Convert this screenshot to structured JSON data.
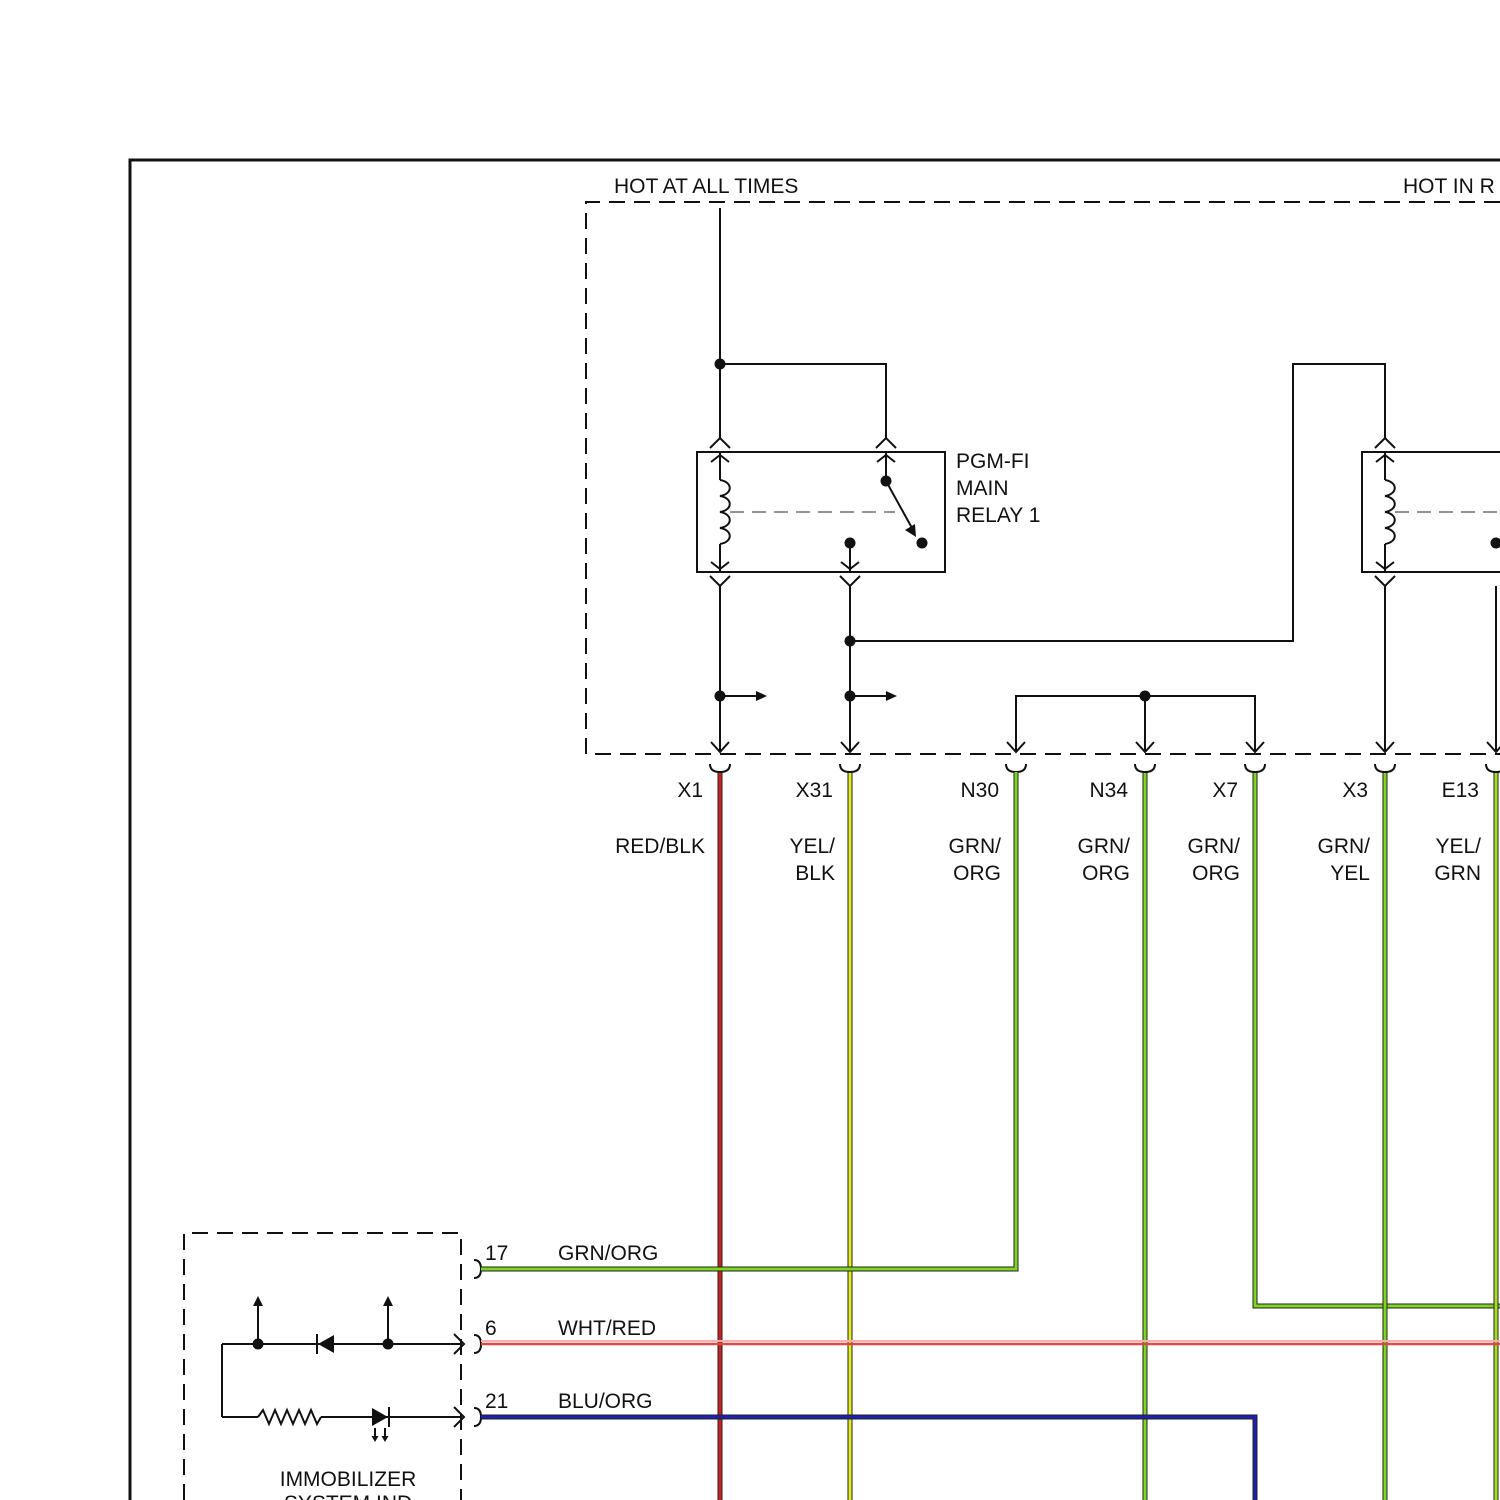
{
  "power_labels": {
    "hot_at_all_times": "HOT AT ALL TIMES",
    "hot_in_run": "HOT IN R"
  },
  "relay": {
    "name_line1": "PGM-FI",
    "name_line2": "MAIN",
    "name_line3": "RELAY 1"
  },
  "connectors": [
    {
      "pin": "X1",
      "color_line1": "RED/BLK",
      "color_line2": "",
      "wire_color": "#cc2020"
    },
    {
      "pin": "X31",
      "color_line1": "YEL/",
      "color_line2": "BLK",
      "wire_color": "#e6ee20"
    },
    {
      "pin": "N30",
      "color_line1": "GRN/",
      "color_line2": "ORG",
      "wire_color": "#7fd622"
    },
    {
      "pin": "N34",
      "color_line1": "GRN/",
      "color_line2": "ORG",
      "wire_color": "#7fd622"
    },
    {
      "pin": "X7",
      "color_line1": "GRN/",
      "color_line2": "ORG",
      "wire_color": "#7fd622"
    },
    {
      "pin": "X3",
      "color_line1": "GRN/",
      "color_line2": "YEL",
      "wire_color": "#7fd622"
    },
    {
      "pin": "E13",
      "color_line1": "YEL/",
      "color_line2": "GRN",
      "wire_color": "#a8e020"
    }
  ],
  "immobilizer": {
    "label_line1": "IMMOBILIZER",
    "label_line2": "SYSTEM IND",
    "pins": [
      {
        "pin": "17",
        "wire_label": "GRN/ORG",
        "wire_color": "#7fd622"
      },
      {
        "pin": "6",
        "wire_label": "WHT/RED",
        "wire_color": "#e04848"
      },
      {
        "pin": "21",
        "wire_label": "BLU/ORG",
        "wire_color": "#2020b0"
      }
    ]
  }
}
